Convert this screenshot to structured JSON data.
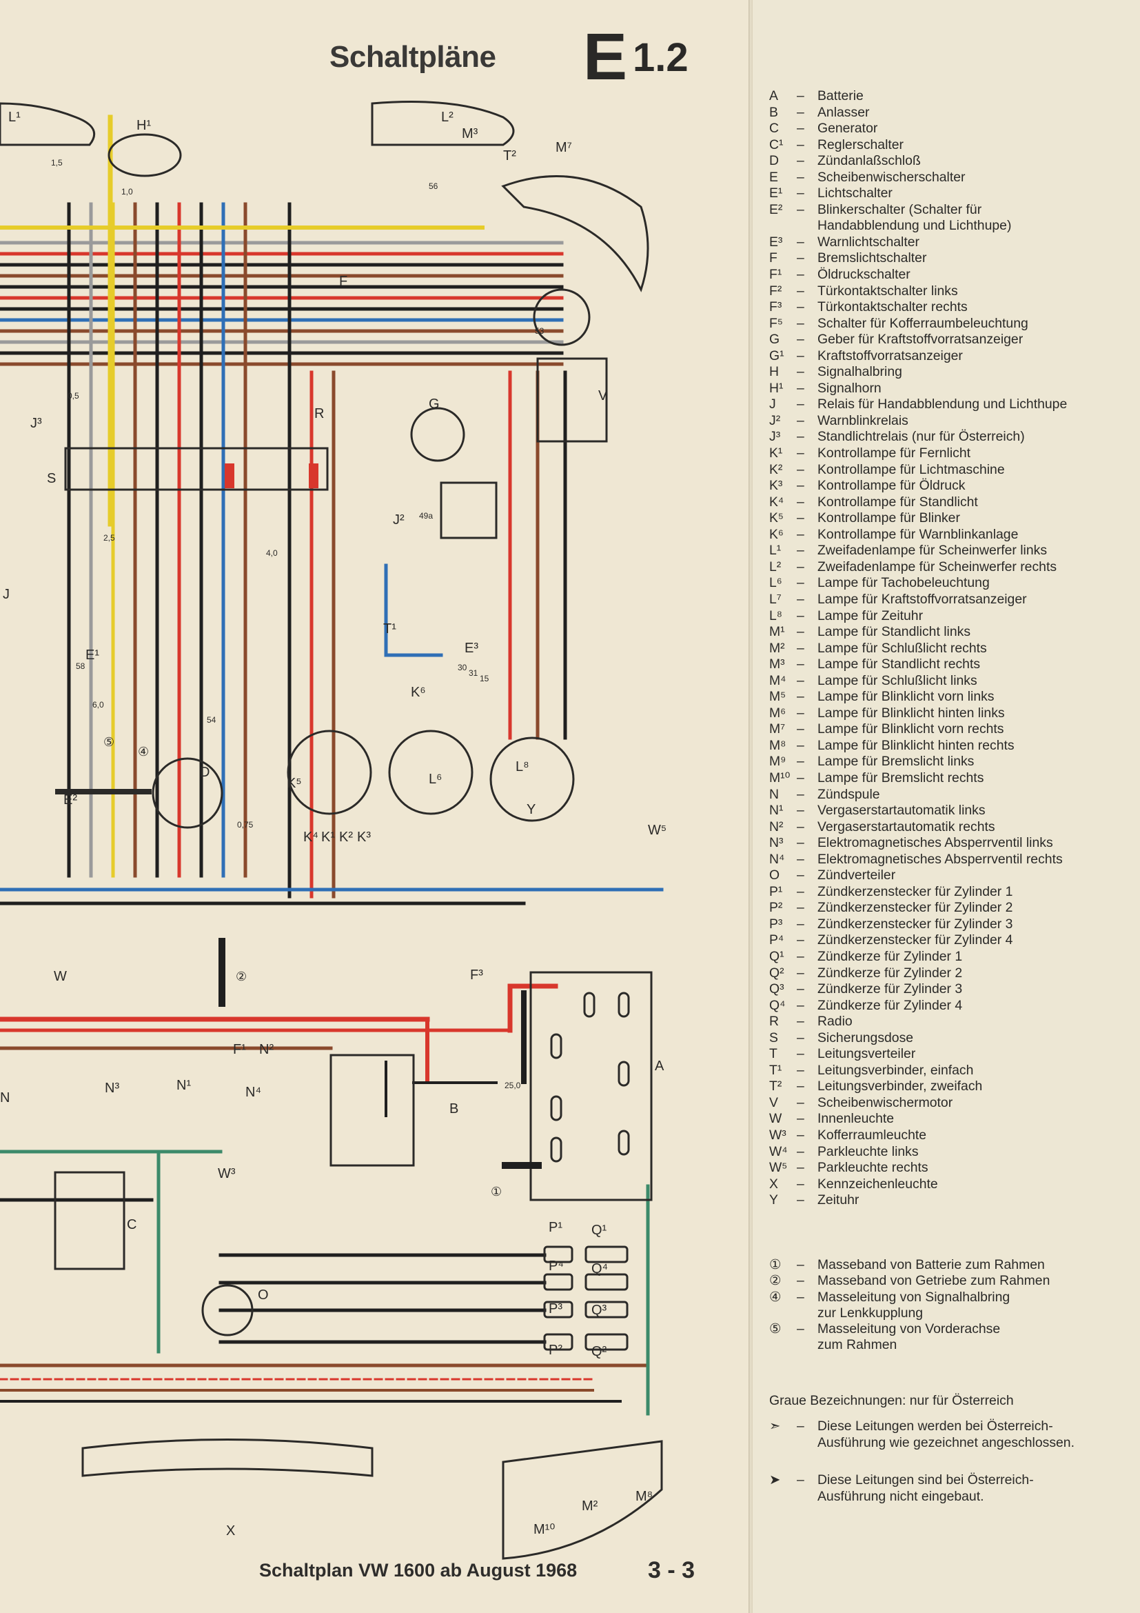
{
  "header": {
    "title": "Schaltpläne",
    "section_letter": "E",
    "section_number": "1.2"
  },
  "footer": {
    "caption": "Schaltplan VW 1600 ab August 1968",
    "page": "3 - 3"
  },
  "diagram_labels": {
    "L1": "L¹",
    "H1": "H¹",
    "L2": "L²",
    "M3": "M³",
    "T2": "T²",
    "M7": "M⁷",
    "F": "F",
    "G": "G",
    "V": "V",
    "R": "R",
    "S": "S",
    "J2": "J²",
    "J3": "J³",
    "J": "J",
    "E1": "E¹",
    "E2": "E²",
    "E3": "E³",
    "D": "D",
    "T1": "T¹",
    "K6": "K⁶",
    "K5": "K⁵",
    "K4": "K⁴",
    "K1": "K¹",
    "K2": "K²",
    "K3": "K³",
    "L6": "L⁶",
    "L8": "L⁸",
    "Y": "Y",
    "W5": "W⁵",
    "W": "W",
    "F3": "F³",
    "A": "A",
    "B": "B",
    "F1": "F¹",
    "N2": "N²",
    "N1": "N¹",
    "N3": "N³",
    "N4": "N⁴",
    "N": "N",
    "C": "C",
    "W3": "W³",
    "O": "O",
    "P1": "P¹",
    "P4": "P⁴",
    "P3": "P³",
    "P2": "P²",
    "Q1": "Q¹",
    "Q4": "Q⁴",
    "Q3": "Q³",
    "Q2": "Q²",
    "X": "X",
    "M10": "M¹⁰",
    "M2": "M²",
    "M8": "M⁸",
    "g1": "①",
    "g2": "②",
    "g4": "④",
    "g5": "⑤",
    "s1": "1,5",
    "s2": "1,0",
    "s3": "0,5",
    "s4": "2,5",
    "s5": "4,0",
    "s6": "6,0",
    "s7": "25,0",
    "s8": "0,75",
    "t30": "30",
    "t31": "31",
    "t15": "15",
    "t56": "56",
    "t58": "58",
    "t53": "53",
    "t54": "54",
    "t49": "49a"
  },
  "legend": [
    {
      "code": "A",
      "text": "Batterie"
    },
    {
      "code": "B",
      "text": "Anlasser"
    },
    {
      "code": "C",
      "text": "Generator"
    },
    {
      "code": "C¹",
      "text": "Reglerschalter"
    },
    {
      "code": "D",
      "text": "Zündanlaßschloß"
    },
    {
      "code": "E",
      "text": "Scheibenwischerschalter"
    },
    {
      "code": "E¹",
      "text": "Lichtschalter"
    },
    {
      "code": "E²",
      "text": "Blinkerschalter (Schalter für"
    },
    {
      "code": "",
      "text": "Handabblendung und Lichthupe)"
    },
    {
      "code": "E³",
      "text": "Warnlichtschalter"
    },
    {
      "code": "F",
      "text": "Bremslichtschalter"
    },
    {
      "code": "F¹",
      "text": "Öldruckschalter"
    },
    {
      "code": "F²",
      "text": "Türkontaktschalter links"
    },
    {
      "code": "F³",
      "text": "Türkontaktschalter rechts"
    },
    {
      "code": "F⁵",
      "text": "Schalter für Kofferraumbeleuchtung"
    },
    {
      "code": "G",
      "text": "Geber für Kraftstoffvorratsanzeiger"
    },
    {
      "code": "G¹",
      "text": "Kraftstoffvorratsanzeiger"
    },
    {
      "code": "H",
      "text": "Signalhalbring"
    },
    {
      "code": "H¹",
      "text": "Signalhorn"
    },
    {
      "code": "J",
      "text": "Relais für Handabblendung und Lichthupe"
    },
    {
      "code": "J²",
      "text": "Warnblinkrelais"
    },
    {
      "code": "J³",
      "text": "Standlichtrelais (nur für Österreich)"
    },
    {
      "code": "K¹",
      "text": "Kontrollampe für Fernlicht"
    },
    {
      "code": "K²",
      "text": "Kontrollampe für Lichtmaschine"
    },
    {
      "code": "K³",
      "text": "Kontrollampe für Öldruck"
    },
    {
      "code": "K⁴",
      "text": "Kontrollampe für Standlicht"
    },
    {
      "code": "K⁵",
      "text": "Kontrollampe für Blinker"
    },
    {
      "code": "K⁶",
      "text": "Kontrollampe für Warnblinkanlage"
    },
    {
      "code": "L¹",
      "text": "Zweifadenlampe für Scheinwerfer links"
    },
    {
      "code": "L²",
      "text": "Zweifadenlampe für Scheinwerfer rechts"
    },
    {
      "code": "L⁶",
      "text": "Lampe für Tachobeleuchtung"
    },
    {
      "code": "L⁷",
      "text": "Lampe für Kraftstoffvorratsanzeiger"
    },
    {
      "code": "L⁸",
      "text": "Lampe für Zeituhr"
    },
    {
      "code": "M¹",
      "text": "Lampe für Standlicht links"
    },
    {
      "code": "M²",
      "text": "Lampe für Schlußlicht rechts"
    },
    {
      "code": "M³",
      "text": "Lampe für Standlicht rechts"
    },
    {
      "code": "M⁴",
      "text": "Lampe für Schlußlicht links"
    },
    {
      "code": "M⁵",
      "text": "Lampe für Blinklicht vorn links"
    },
    {
      "code": "M⁶",
      "text": "Lampe für Blinklicht hinten links"
    },
    {
      "code": "M⁷",
      "text": "Lampe für Blinklicht vorn rechts"
    },
    {
      "code": "M⁸",
      "text": "Lampe für Blinklicht hinten rechts"
    },
    {
      "code": "M⁹",
      "text": "Lampe für Bremslicht links"
    },
    {
      "code": "M¹⁰",
      "text": "Lampe für Bremslicht rechts"
    },
    {
      "code": "N",
      "text": "Zündspule"
    },
    {
      "code": "N¹",
      "text": "Vergaserstartautomatik links"
    },
    {
      "code": "N²",
      "text": "Vergaserstartautomatik rechts"
    },
    {
      "code": "N³",
      "text": "Elektromagnetisches Absperrventil links"
    },
    {
      "code": "N⁴",
      "text": "Elektromagnetisches Absperrventil rechts"
    },
    {
      "code": "O",
      "text": "Zündverteiler"
    },
    {
      "code": "P¹",
      "text": "Zündkerzenstecker für Zylinder 1"
    },
    {
      "code": "P²",
      "text": "Zündkerzenstecker für Zylinder 2"
    },
    {
      "code": "P³",
      "text": "Zündkerzenstecker für Zylinder 3"
    },
    {
      "code": "P⁴",
      "text": "Zündkerzenstecker für Zylinder 4"
    },
    {
      "code": "Q¹",
      "text": "Zündkerze für Zylinder 1"
    },
    {
      "code": "Q²",
      "text": "Zündkerze für Zylinder 2"
    },
    {
      "code": "Q³",
      "text": "Zündkerze für Zylinder 3"
    },
    {
      "code": "Q⁴",
      "text": "Zündkerze für Zylinder 4"
    },
    {
      "code": "R",
      "text": "Radio"
    },
    {
      "code": "S",
      "text": "Sicherungsdose"
    },
    {
      "code": "T",
      "text": "Leitungsverteiler"
    },
    {
      "code": "T¹",
      "text": "Leitungsverbinder, einfach"
    },
    {
      "code": "T²",
      "text": "Leitungsverbinder, zweifach"
    },
    {
      "code": "V",
      "text": "Scheibenwischermotor"
    },
    {
      "code": "W",
      "text": "Innenleuchte"
    },
    {
      "code": "W³",
      "text": "Kofferraumleuchte"
    },
    {
      "code": "W⁴",
      "text": "Parkleuchte links"
    },
    {
      "code": "W⁵",
      "text": "Parkleuchte rechts"
    },
    {
      "code": "X",
      "text": "Kennzeichenleuchte"
    },
    {
      "code": "Y",
      "text": "Zeituhr"
    }
  ],
  "ground_straps": [
    {
      "num": "①",
      "text": "Masseband von Batterie zum Rahmen"
    },
    {
      "num": "②",
      "text": "Masseband von Getriebe zum Rahmen"
    },
    {
      "num": "④",
      "text": "Masseleitung von Signalhalbring"
    },
    {
      "num": "",
      "text": "zur Lenkkupplung"
    },
    {
      "num": "⑤",
      "text": "Masseleitung von Vorderachse"
    },
    {
      "num": "",
      "text": "zum Rahmen"
    }
  ],
  "notes": {
    "grey_labels": "Graue Bezeichnungen: nur für Österreich",
    "note1_lines": [
      "Diese Leitungen werden bei Österreich-",
      "Ausführung wie gezeichnet angeschlossen."
    ],
    "note2_lines": [
      "Diese Leitungen sind bei Österreich-",
      "Ausführung nicht eingebaut."
    ],
    "dash": "–",
    "arrow1": "➣",
    "arrow2": "➤"
  },
  "colors": {
    "paper": "#efe7d3",
    "red": "#d8372c",
    "brown": "#8a4a2c",
    "black": "#1f1f1f",
    "blue": "#2f6fb6",
    "green": "#3c8a6a",
    "yellow": "#e6cc2a",
    "grey": "#9a9a9a"
  }
}
